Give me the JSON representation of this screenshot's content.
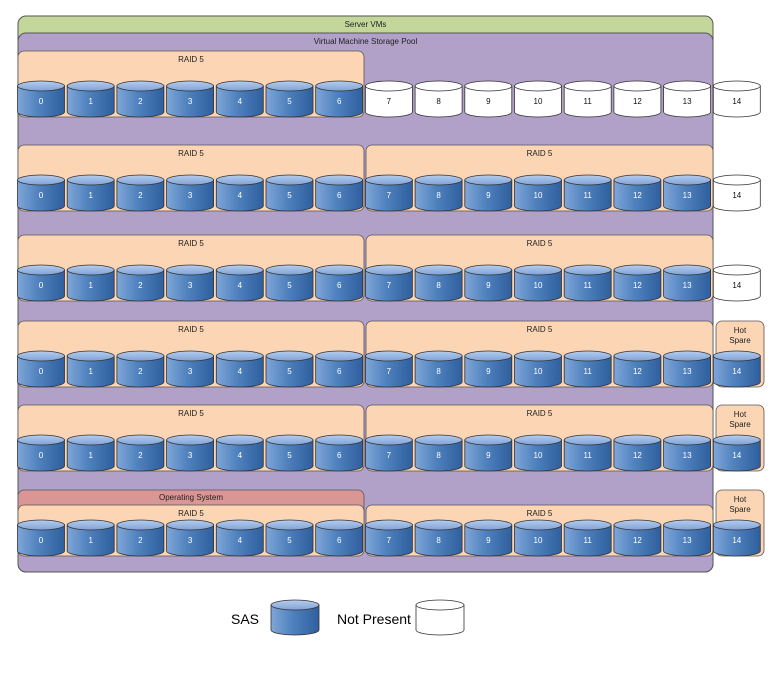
{
  "colors": {
    "sas": "#4f81bd",
    "not_present": "#ffffff",
    "server_vms_bg": "#c4d79b",
    "pool_bg": "#b1a0c7",
    "raid_bg": "#fcd5b4",
    "os_bg": "#da9694",
    "hot_spare_bg": "#fcd5b4"
  },
  "labels": {
    "server_vms": "Server VMs",
    "pool": "Virtual Machine Storage Pool",
    "operating_system": "Operating System",
    "raid": "RAID 5",
    "hot_spare_line1": "Hot",
    "hot_spare_line2": "Spare"
  },
  "legend": {
    "sas_label": "SAS",
    "not_present_label": "Not Present"
  },
  "rows": [
    {
      "disks": [
        {
          "label": "0",
          "type": "sas"
        },
        {
          "label": "1",
          "type": "sas"
        },
        {
          "label": "2",
          "type": "sas"
        },
        {
          "label": "3",
          "type": "sas"
        },
        {
          "label": "4",
          "type": "sas"
        },
        {
          "label": "5",
          "type": "sas"
        },
        {
          "label": "6",
          "type": "sas"
        },
        {
          "label": "7",
          "type": "not_present"
        },
        {
          "label": "8",
          "type": "not_present"
        },
        {
          "label": "9",
          "type": "not_present"
        },
        {
          "label": "10",
          "type": "not_present"
        },
        {
          "label": "11",
          "type": "not_present"
        },
        {
          "label": "12",
          "type": "not_present"
        },
        {
          "label": "13",
          "type": "not_present"
        },
        {
          "label": "14",
          "type": "not_present"
        }
      ],
      "raid_groups": [
        "left"
      ],
      "hot_spare": false,
      "os": false
    },
    {
      "disks": [
        {
          "label": "0",
          "type": "sas"
        },
        {
          "label": "1",
          "type": "sas"
        },
        {
          "label": "2",
          "type": "sas"
        },
        {
          "label": "3",
          "type": "sas"
        },
        {
          "label": "4",
          "type": "sas"
        },
        {
          "label": "5",
          "type": "sas"
        },
        {
          "label": "6",
          "type": "sas"
        },
        {
          "label": "7",
          "type": "sas"
        },
        {
          "label": "8",
          "type": "sas"
        },
        {
          "label": "9",
          "type": "sas"
        },
        {
          "label": "10",
          "type": "sas"
        },
        {
          "label": "11",
          "type": "sas"
        },
        {
          "label": "12",
          "type": "sas"
        },
        {
          "label": "13",
          "type": "sas"
        },
        {
          "label": "14",
          "type": "not_present"
        }
      ],
      "raid_groups": [
        "left",
        "right"
      ],
      "hot_spare": false,
      "os": false
    },
    {
      "disks": [
        {
          "label": "0",
          "type": "sas"
        },
        {
          "label": "1",
          "type": "sas"
        },
        {
          "label": "2",
          "type": "sas"
        },
        {
          "label": "3",
          "type": "sas"
        },
        {
          "label": "4",
          "type": "sas"
        },
        {
          "label": "5",
          "type": "sas"
        },
        {
          "label": "6",
          "type": "sas"
        },
        {
          "label": "7",
          "type": "sas"
        },
        {
          "label": "8",
          "type": "sas"
        },
        {
          "label": "9",
          "type": "sas"
        },
        {
          "label": "10",
          "type": "sas"
        },
        {
          "label": "11",
          "type": "sas"
        },
        {
          "label": "12",
          "type": "sas"
        },
        {
          "label": "13",
          "type": "sas"
        },
        {
          "label": "14",
          "type": "not_present"
        }
      ],
      "raid_groups": [
        "left",
        "right"
      ],
      "hot_spare": false,
      "os": false
    },
    {
      "disks": [
        {
          "label": "0",
          "type": "sas"
        },
        {
          "label": "1",
          "type": "sas"
        },
        {
          "label": "2",
          "type": "sas"
        },
        {
          "label": "3",
          "type": "sas"
        },
        {
          "label": "4",
          "type": "sas"
        },
        {
          "label": "5",
          "type": "sas"
        },
        {
          "label": "6",
          "type": "sas"
        },
        {
          "label": "7",
          "type": "sas"
        },
        {
          "label": "8",
          "type": "sas"
        },
        {
          "label": "9",
          "type": "sas"
        },
        {
          "label": "10",
          "type": "sas"
        },
        {
          "label": "11",
          "type": "sas"
        },
        {
          "label": "12",
          "type": "sas"
        },
        {
          "label": "13",
          "type": "sas"
        },
        {
          "label": "14",
          "type": "sas"
        }
      ],
      "raid_groups": [
        "left",
        "right"
      ],
      "hot_spare": true,
      "os": false
    },
    {
      "disks": [
        {
          "label": "0",
          "type": "sas"
        },
        {
          "label": "1",
          "type": "sas"
        },
        {
          "label": "2",
          "type": "sas"
        },
        {
          "label": "3",
          "type": "sas"
        },
        {
          "label": "4",
          "type": "sas"
        },
        {
          "label": "5",
          "type": "sas"
        },
        {
          "label": "6",
          "type": "sas"
        },
        {
          "label": "7",
          "type": "sas"
        },
        {
          "label": "8",
          "type": "sas"
        },
        {
          "label": "9",
          "type": "sas"
        },
        {
          "label": "10",
          "type": "sas"
        },
        {
          "label": "11",
          "type": "sas"
        },
        {
          "label": "12",
          "type": "sas"
        },
        {
          "label": "13",
          "type": "sas"
        },
        {
          "label": "14",
          "type": "sas"
        }
      ],
      "raid_groups": [
        "left",
        "right"
      ],
      "hot_spare": true,
      "os": false
    },
    {
      "disks": [
        {
          "label": "0",
          "type": "sas"
        },
        {
          "label": "1",
          "type": "sas"
        },
        {
          "label": "2",
          "type": "sas"
        },
        {
          "label": "3",
          "type": "sas"
        },
        {
          "label": "4",
          "type": "sas"
        },
        {
          "label": "5",
          "type": "sas"
        },
        {
          "label": "6",
          "type": "sas"
        },
        {
          "label": "7",
          "type": "sas"
        },
        {
          "label": "8",
          "type": "sas"
        },
        {
          "label": "9",
          "type": "sas"
        },
        {
          "label": "10",
          "type": "sas"
        },
        {
          "label": "11",
          "type": "sas"
        },
        {
          "label": "12",
          "type": "sas"
        },
        {
          "label": "13",
          "type": "sas"
        },
        {
          "label": "14",
          "type": "sas"
        }
      ],
      "raid_groups": [
        "left",
        "right"
      ],
      "hot_spare": true,
      "os": true
    }
  ]
}
